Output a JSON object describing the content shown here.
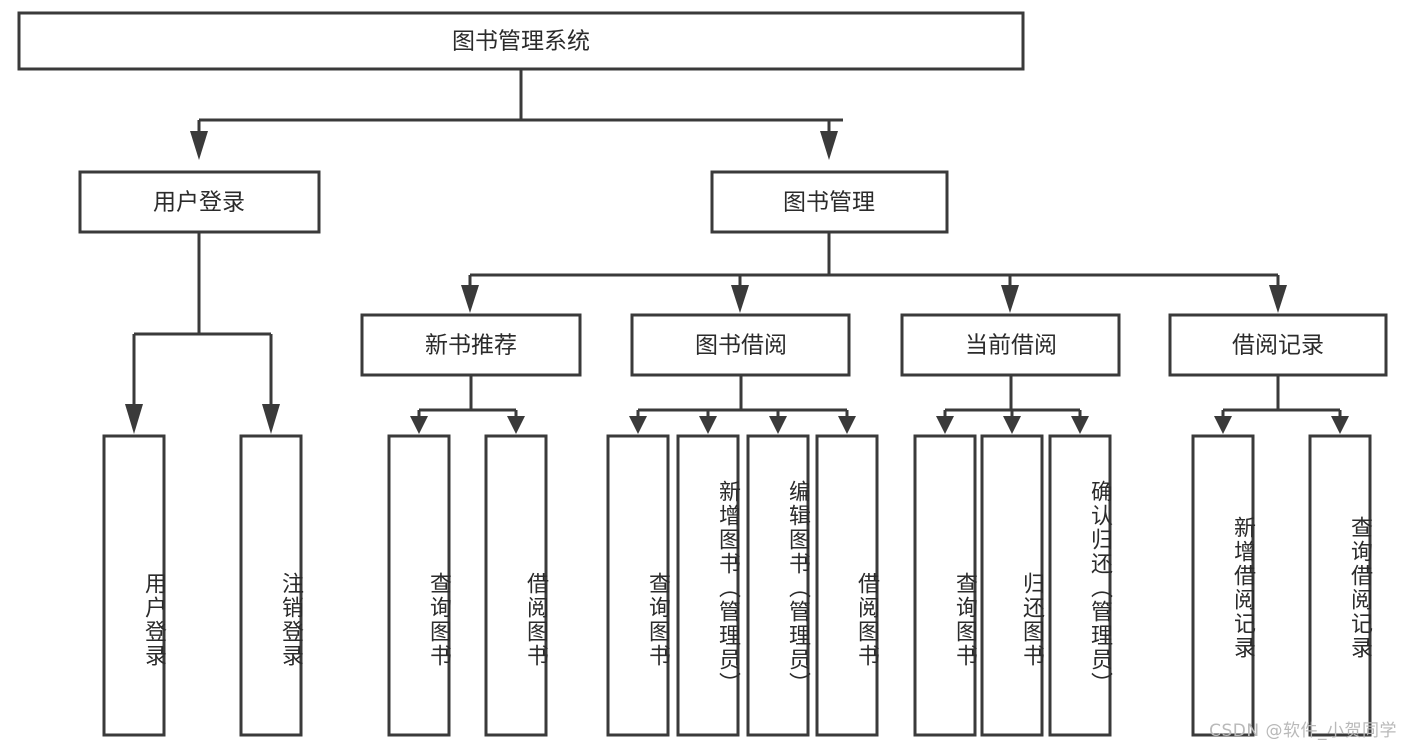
{
  "diagram": {
    "title": "图书管理系统",
    "type": "tree",
    "colors": {
      "background": "#ffffff",
      "box_stroke": "#3a3a3a",
      "box_fill": "#ffffff",
      "text": "#2b2b2b",
      "watermark": "#b9b9b9"
    },
    "root": {
      "label": "图书管理系统"
    },
    "level2": [
      {
        "label": "用户登录"
      },
      {
        "label": "图书管理"
      }
    ],
    "level3": [
      {
        "label": "新书推荐"
      },
      {
        "label": "图书借阅"
      },
      {
        "label": "当前借阅"
      },
      {
        "label": "借阅记录"
      }
    ],
    "leaves": {
      "user_login": [
        {
          "label": "用户登录"
        },
        {
          "label": "注销登录"
        }
      ],
      "new_book_recommend": [
        {
          "label": "查询图书"
        },
        {
          "label": "借阅图书"
        }
      ],
      "book_borrow": [
        {
          "label": "查询图书"
        },
        {
          "label": "新增图书（管理员）"
        },
        {
          "label": "编辑图书（管理员）"
        },
        {
          "label": "借阅图书"
        }
      ],
      "current_borrow": [
        {
          "label": "查询图书"
        },
        {
          "label": "归还图书"
        },
        {
          "label": "确认归还（管理员）"
        }
      ],
      "borrow_record": [
        {
          "label": "新增借阅记录"
        },
        {
          "label": "查询借阅记录"
        }
      ]
    }
  },
  "watermark": {
    "text": "CSDN @软件_小贺同学"
  }
}
